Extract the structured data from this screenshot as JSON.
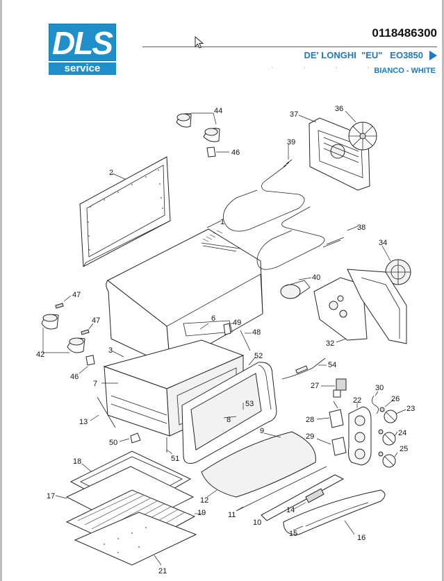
{
  "logo": {
    "letters": "DLS",
    "service": "service"
  },
  "header": {
    "document_number": "0118486300",
    "model": "DE' LONGHI  \"EU\"   EO3850",
    "color": "BIANCO - WHITE",
    "marks": [
      "‹",
      "‹",
      "‹",
      "‹"
    ]
  },
  "parts": [
    {
      "id": "p1",
      "label": "1"
    },
    {
      "id": "p2",
      "label": "2"
    },
    {
      "id": "p3",
      "label": "3"
    },
    {
      "id": "p6",
      "label": "6"
    },
    {
      "id": "p7",
      "label": "7"
    },
    {
      "id": "p8",
      "label": "8"
    },
    {
      "id": "p9",
      "label": "9"
    },
    {
      "id": "p10",
      "label": "10"
    },
    {
      "id": "p11",
      "label": "11"
    },
    {
      "id": "p12",
      "label": "12"
    },
    {
      "id": "p13",
      "label": "13"
    },
    {
      "id": "p14",
      "label": "14"
    },
    {
      "id": "p15",
      "label": "15"
    },
    {
      "id": "p16",
      "label": "16"
    },
    {
      "id": "p17",
      "label": "17"
    },
    {
      "id": "p18",
      "label": "18"
    },
    {
      "id": "p19",
      "label": "19"
    },
    {
      "id": "p21",
      "label": "21"
    },
    {
      "id": "p22",
      "label": "22"
    },
    {
      "id": "p23",
      "label": "23"
    },
    {
      "id": "p24",
      "label": "24"
    },
    {
      "id": "p25",
      "label": "25"
    },
    {
      "id": "p26",
      "label": "26"
    },
    {
      "id": "p27",
      "label": "27"
    },
    {
      "id": "p28",
      "label": "28"
    },
    {
      "id": "p29",
      "label": "29"
    },
    {
      "id": "p30",
      "label": "30"
    },
    {
      "id": "p32",
      "label": "32"
    },
    {
      "id": "p34",
      "label": "34"
    },
    {
      "id": "p36",
      "label": "36"
    },
    {
      "id": "p37",
      "label": "37"
    },
    {
      "id": "p38",
      "label": "38"
    },
    {
      "id": "p39",
      "label": "39"
    },
    {
      "id": "p40",
      "label": "40"
    },
    {
      "id": "p42",
      "label": "42"
    },
    {
      "id": "p44",
      "label": "44"
    },
    {
      "id": "p46a",
      "label": "46"
    },
    {
      "id": "p46b",
      "label": "46"
    },
    {
      "id": "p47a",
      "label": "47"
    },
    {
      "id": "p47b",
      "label": "47"
    },
    {
      "id": "p48",
      "label": "48"
    },
    {
      "id": "p49",
      "label": "49"
    },
    {
      "id": "p50",
      "label": "50"
    },
    {
      "id": "p51",
      "label": "51"
    },
    {
      "id": "p52",
      "label": "52"
    },
    {
      "id": "p53",
      "label": "53"
    },
    {
      "id": "p54",
      "label": "54"
    }
  ],
  "colors": {
    "brand_blue": "#1f8fc9",
    "header_blue": "#1f78c4",
    "rule_blue": "#1a6fb5"
  }
}
